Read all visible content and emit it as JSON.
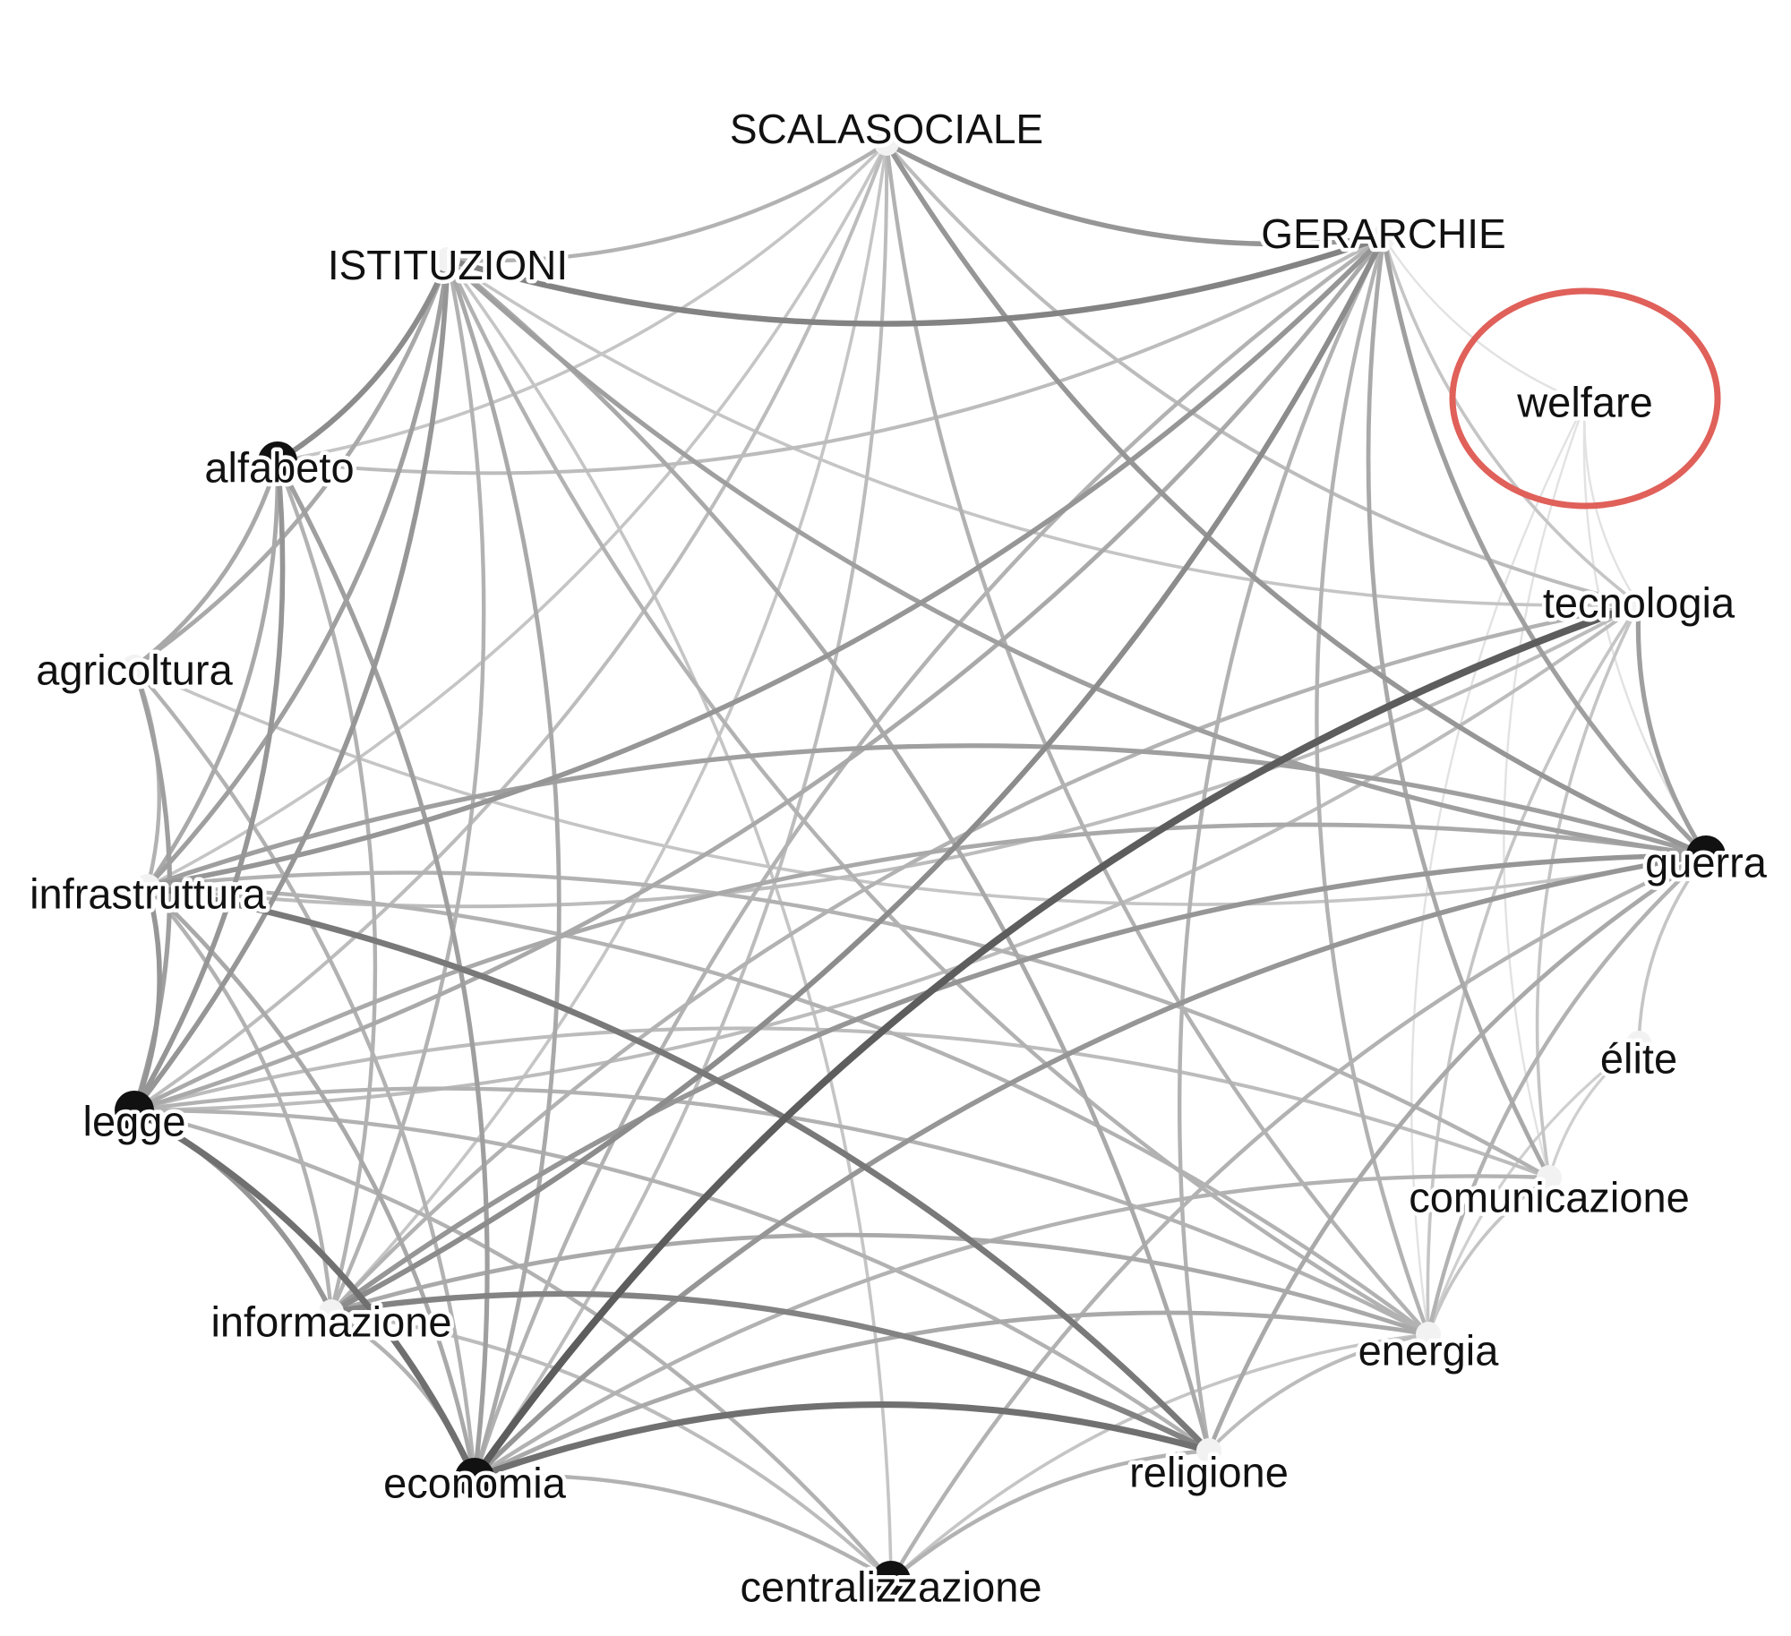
{
  "nodes": [
    {
      "id": "scalasociale",
      "label": "SCALASOCIALE",
      "degree": "low"
    },
    {
      "id": "gerarchie",
      "label": "GERARCHIE",
      "degree": "low"
    },
    {
      "id": "istituzioni",
      "label": "ISTITUZIONI",
      "degree": "low"
    },
    {
      "id": "welfare",
      "label": "welfare",
      "degree": "low"
    },
    {
      "id": "alfabeto",
      "label": "alfabeto",
      "degree": "high"
    },
    {
      "id": "tecnologia",
      "label": "tecnologia",
      "degree": "low"
    },
    {
      "id": "agricoltura",
      "label": "agricoltura",
      "degree": "low"
    },
    {
      "id": "guerra",
      "label": "guerra",
      "degree": "high"
    },
    {
      "id": "infrastruttura",
      "label": "infrastruttura",
      "degree": "low"
    },
    {
      "id": "elite",
      "label": "élite",
      "degree": "low"
    },
    {
      "id": "legge",
      "label": "legge",
      "degree": "high"
    },
    {
      "id": "comunicazione",
      "label": "comunicazione",
      "degree": "low"
    },
    {
      "id": "informazione",
      "label": "informazione",
      "degree": "low"
    },
    {
      "id": "energia",
      "label": "energia",
      "degree": "low"
    },
    {
      "id": "economia",
      "label": "economia",
      "degree": "high"
    },
    {
      "id": "religione",
      "label": "religione",
      "degree": "low"
    },
    {
      "id": "centralizzazione",
      "label": "centralizzazione",
      "degree": "high"
    }
  ],
  "edges": [
    [
      "istituzioni",
      "gerarchie",
      0.55
    ],
    [
      "scalasociale",
      "gerarchie",
      0.45
    ],
    [
      "scalasociale",
      "istituzioni",
      0.3
    ],
    [
      "scalasociale",
      "guerra",
      0.45
    ],
    [
      "scalasociale",
      "tecnologia",
      0.25
    ],
    [
      "scalasociale",
      "legge",
      0.25
    ],
    [
      "scalasociale",
      "infrastruttura",
      0.2
    ],
    [
      "scalasociale",
      "energia",
      0.3
    ],
    [
      "scalasociale",
      "economia",
      0.25
    ],
    [
      "scalasociale",
      "informazione",
      0.2
    ],
    [
      "scalasociale",
      "alfabeto",
      0.2
    ],
    [
      "gerarchie",
      "guerra",
      0.4
    ],
    [
      "gerarchie",
      "infrastruttura",
      0.45
    ],
    [
      "gerarchie",
      "informazione",
      0.5
    ],
    [
      "gerarchie",
      "religione",
      0.3
    ],
    [
      "gerarchie",
      "economia",
      0.3
    ],
    [
      "gerarchie",
      "legge",
      0.35
    ],
    [
      "gerarchie",
      "comunicazione",
      0.35
    ],
    [
      "gerarchie",
      "energia",
      0.3
    ],
    [
      "gerarchie",
      "tecnologia",
      0.2
    ],
    [
      "gerarchie",
      "alfabeto",
      0.25
    ],
    [
      "istituzioni",
      "guerra",
      0.4
    ],
    [
      "istituzioni",
      "religione",
      0.35
    ],
    [
      "istituzioni",
      "economia",
      0.35
    ],
    [
      "istituzioni",
      "legge",
      0.45
    ],
    [
      "istituzioni",
      "alfabeto",
      0.5
    ],
    [
      "istituzioni",
      "agricoltura",
      0.35
    ],
    [
      "istituzioni",
      "infrastruttura",
      0.4
    ],
    [
      "istituzioni",
      "informazione",
      0.3
    ],
    [
      "istituzioni",
      "energia",
      0.3
    ],
    [
      "istituzioni",
      "centralizzazione",
      0.2
    ],
    [
      "istituzioni",
      "tecnologia",
      0.2
    ],
    [
      "tecnologia",
      "guerra",
      0.4
    ],
    [
      "tecnologia",
      "economia",
      0.75
    ],
    [
      "tecnologia",
      "informazione",
      0.3
    ],
    [
      "tecnologia",
      "legge",
      0.25
    ],
    [
      "tecnologia",
      "infrastruttura",
      0.25
    ],
    [
      "tecnologia",
      "energia",
      0.2
    ],
    [
      "tecnologia",
      "comunicazione",
      0.2
    ],
    [
      "guerra",
      "infrastruttura",
      0.4
    ],
    [
      "guerra",
      "legge",
      0.35
    ],
    [
      "guerra",
      "informazione",
      0.45
    ],
    [
      "guerra",
      "economia",
      0.45
    ],
    [
      "guerra",
      "religione",
      0.35
    ],
    [
      "guerra",
      "energia",
      0.3
    ],
    [
      "guerra",
      "centralizzazione",
      0.3
    ],
    [
      "guerra",
      "agricoltura",
      0.2
    ],
    [
      "infrastruttura",
      "religione",
      0.6
    ],
    [
      "infrastruttura",
      "energia",
      0.3
    ],
    [
      "infrastruttura",
      "comunicazione",
      0.3
    ],
    [
      "infrastruttura",
      "legge",
      0.45
    ],
    [
      "infrastruttura",
      "economia",
      0.35
    ],
    [
      "infrastruttura",
      "informazione",
      0.3
    ],
    [
      "legge",
      "economia",
      0.65
    ],
    [
      "legge",
      "informazione",
      0.45
    ],
    [
      "legge",
      "energia",
      0.3
    ],
    [
      "legge",
      "religione",
      0.3
    ],
    [
      "legge",
      "comunicazione",
      0.25
    ],
    [
      "legge",
      "centralizzazione",
      0.3
    ],
    [
      "legge",
      "alfabeto",
      0.45
    ],
    [
      "legge",
      "agricoltura",
      0.4
    ],
    [
      "informazione",
      "religione",
      0.55
    ],
    [
      "informazione",
      "energia",
      0.35
    ],
    [
      "informazione",
      "economia",
      0.3
    ],
    [
      "informazione",
      "centralizzazione",
      0.25
    ],
    [
      "informazione",
      "alfabeto",
      0.3
    ],
    [
      "economia",
      "religione",
      0.65
    ],
    [
      "economia",
      "energia",
      0.35
    ],
    [
      "economia",
      "centralizzazione",
      0.3
    ],
    [
      "economia",
      "comunicazione",
      0.3
    ],
    [
      "economia",
      "alfabeto",
      0.4
    ],
    [
      "religione",
      "centralizzazione",
      0.3
    ],
    [
      "religione",
      "energia",
      0.25
    ],
    [
      "alfabeto",
      "agricoltura",
      0.35
    ],
    [
      "alfabeto",
      "infrastruttura",
      0.35
    ],
    [
      "agricoltura",
      "infrastruttura",
      0.3
    ],
    [
      "agricoltura",
      "economia",
      0.3
    ],
    [
      "elite",
      "guerra",
      0.2
    ],
    [
      "elite",
      "comunicazione",
      0.15
    ],
    [
      "elite",
      "energia",
      0.15
    ],
    [
      "comunicazione",
      "energia",
      0.2
    ],
    [
      "centralizzazione",
      "energia",
      0.2
    ],
    [
      "welfare",
      "tecnologia",
      0.05
    ],
    [
      "welfare",
      "guerra",
      0.05
    ],
    [
      "welfare",
      "gerarchie",
      0.05
    ],
    [
      "welfare",
      "energia",
      0.05
    ],
    [
      "welfare",
      "comunicazione",
      0.05
    ]
  ],
  "highlight_node": "welfare"
}
